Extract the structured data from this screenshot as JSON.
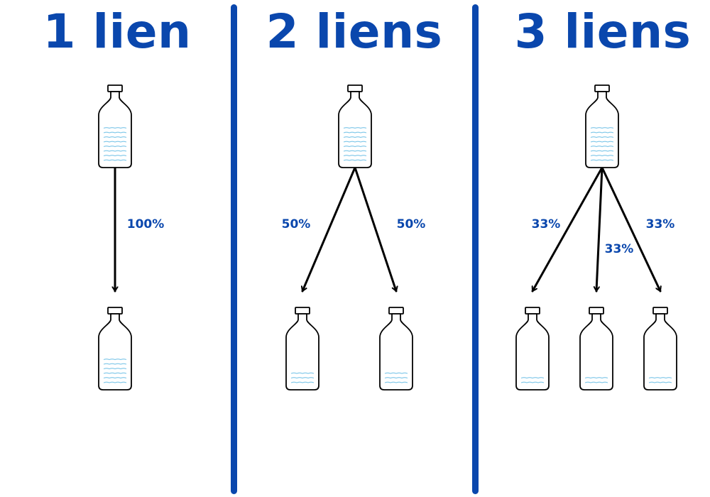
{
  "accent_color": "#0a47ad",
  "water_color": "#7cc6e8",
  "panels": [
    {
      "title": "1 lien",
      "source_fill": 0.7,
      "links": [
        {
          "percent_label": "100%",
          "target_fill": 0.5
        }
      ]
    },
    {
      "title": "2 liens",
      "source_fill": 0.7,
      "links": [
        {
          "percent_label": "50%",
          "target_fill": 0.22
        },
        {
          "percent_label": "50%",
          "target_fill": 0.22
        }
      ]
    },
    {
      "title": "3 liens",
      "source_fill": 0.7,
      "links": [
        {
          "percent_label": "33%",
          "target_fill": 0.12
        },
        {
          "percent_label": "33%",
          "target_fill": 0.12
        },
        {
          "percent_label": "33%",
          "target_fill": 0.12
        }
      ]
    }
  ]
}
